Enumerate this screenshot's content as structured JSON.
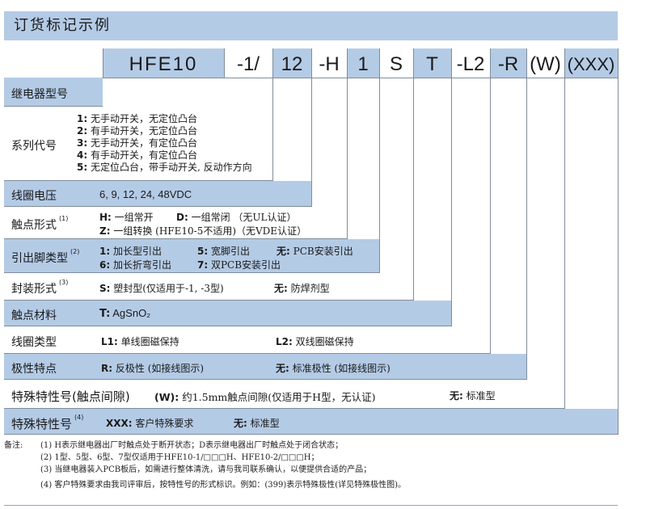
{
  "title": "订货标记示例",
  "code": {
    "hfe": "HFE10",
    "s1": "-1/",
    "s2": "12",
    "s3": "-H",
    "s4": "1",
    "s5": "S",
    "s6": "T",
    "s7": "-L2",
    "s8": "-R",
    "s9": "(W)",
    "s10": "(XXX)"
  },
  "rows": {
    "relay_type": {
      "label": "继电器型号"
    },
    "series": {
      "label": "系列代号",
      "items": [
        {
          "k": "1:",
          "v": "无手动开关，无定位凸台"
        },
        {
          "k": "2:",
          "v": "有手动开关，无定位凸台"
        },
        {
          "k": "3:",
          "v": "无手动开关，有定位凸台"
        },
        {
          "k": "4:",
          "v": "有手动开关，有定位凸台"
        },
        {
          "k": "5:",
          "v": "无定位凸台，带手动开关, 反动作方向"
        }
      ]
    },
    "coil_voltage": {
      "label": "线圈电压",
      "value": "6, 9, 12, 24, 48VDC"
    },
    "contact_form": {
      "label": "触点形式",
      "sup": "(1)",
      "l1a_k": "H:",
      "l1a_v": "一组常开",
      "l1b_k": "D:",
      "l1b_v": "一组常闭 （无UL认证）",
      "l2_k": "Z:",
      "l2_v": "一组转换 (HFE10-5不适用)（无VDE认证）"
    },
    "pin_type": {
      "label": "引出脚类型",
      "sup": "(2)",
      "a_k": "1:",
      "a_v": "加长型引出",
      "b_k": "5:",
      "b_v": "宽脚引出",
      "c_k": "无:",
      "c_v": "PCB安装引出",
      "d_k": "6:",
      "d_v": "加长折弯引出",
      "e_k": "7:",
      "e_v": "双PCB安装引出"
    },
    "package": {
      "label": "封装形式",
      "sup": "(3)",
      "a_k": "S:",
      "a_v": "塑封型(仅适用于-1, -3型)",
      "b_k": "无:",
      "b_v": "防焊剂型"
    },
    "contact_material": {
      "label": "触点材料",
      "k": "T:",
      "v": "AgSnO₂"
    },
    "coil_type": {
      "label": "线圈类型",
      "a_k": "L1:",
      "a_v": "单线圈磁保持",
      "b_k": "L2:",
      "b_v": "双线圈磁保持"
    },
    "polarity": {
      "label": "极性特点",
      "a_k": "R:",
      "a_v": "反极性 (如接线图示)",
      "b_k": "无:",
      "b_v": "标准极性 (如接线图示)"
    },
    "special_gap": {
      "label": "特殊特性号(触点间隙)",
      "a_k": "(W):",
      "a_v": "约1.5mm触点间隙(仅适用于H型，无认证)",
      "b_k": "无:",
      "b_v": "标准型"
    },
    "special": {
      "label": "特殊特性号",
      "sup": "(4)",
      "a_k": "XXX:",
      "a_v": "客户特殊要求",
      "b_k": "无:",
      "b_v": "标准型"
    }
  },
  "notes": {
    "prefix": "备注:",
    "n1": "(1)  H表示继电器出厂时触点处于断开状态；D表示继电器出厂时触点处于闭合状态；",
    "n2": "(2)  1型、5型、6型、7型仅适用于HFE10-1/□□□H、HFE10-2/□□□H；",
    "n3": "(3)  当继电器装入PCB板后，如需进行整体清洗，请与我司联系确认，以便提供合适的产品；",
    "n4": "(4)  客户特殊要求由我司评审后，按特性号的形式标识。例如：(399)表示特殊极性(详见特殊极性图)。"
  }
}
